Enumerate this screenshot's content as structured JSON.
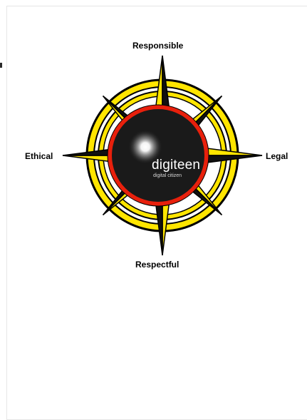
{
  "diagram": {
    "labels": {
      "north": "Responsible",
      "east": "Legal",
      "south": "Respectful",
      "west": "Ethical"
    },
    "center": {
      "title": "digiteen",
      "subtitle": "digital citizen"
    },
    "colors": {
      "ring_yellow": "#FFE500",
      "outline_black": "#000000",
      "center_red": "#E8200C",
      "center_dark": "#1a1a1a",
      "star_black": "#111111",
      "star_yellow": "#FFE500"
    }
  }
}
